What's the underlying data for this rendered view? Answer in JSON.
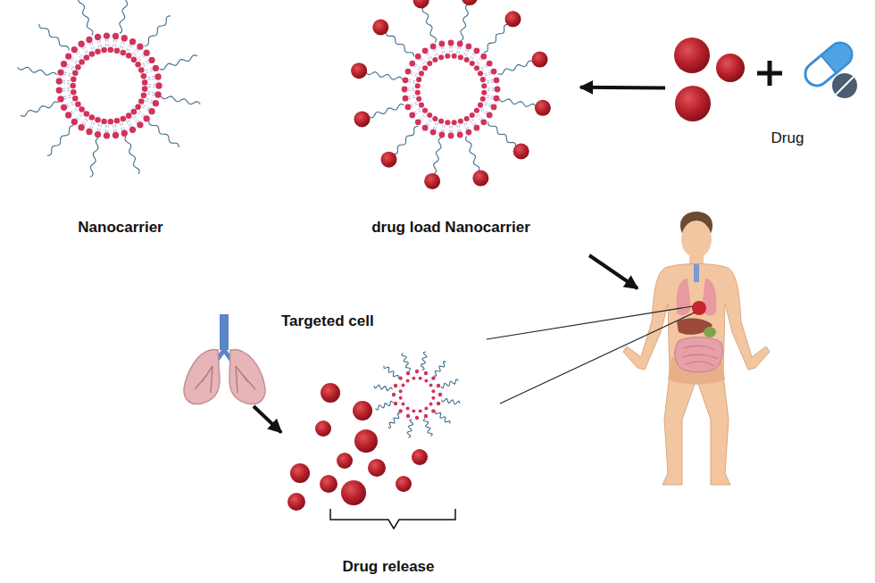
{
  "diagram": {
    "nodes": [
      {
        "text": [
          "Nanocarrier"
        ]
      },
      {
        "text": [
          "drug load Nanocarrier"
        ]
      },
      {
        "text": [
          "Drug"
        ]
      },
      {
        "text": [
          "Targeted cell"
        ]
      },
      {
        "text": [
          "Drug release"
        ]
      }
    ],
    "edges": [
      {
        "from": 2,
        "to": 1,
        "arrow": "to"
      },
      {
        "from": 3,
        "to": 4,
        "arrow": "to"
      }
    ]
  }
}
